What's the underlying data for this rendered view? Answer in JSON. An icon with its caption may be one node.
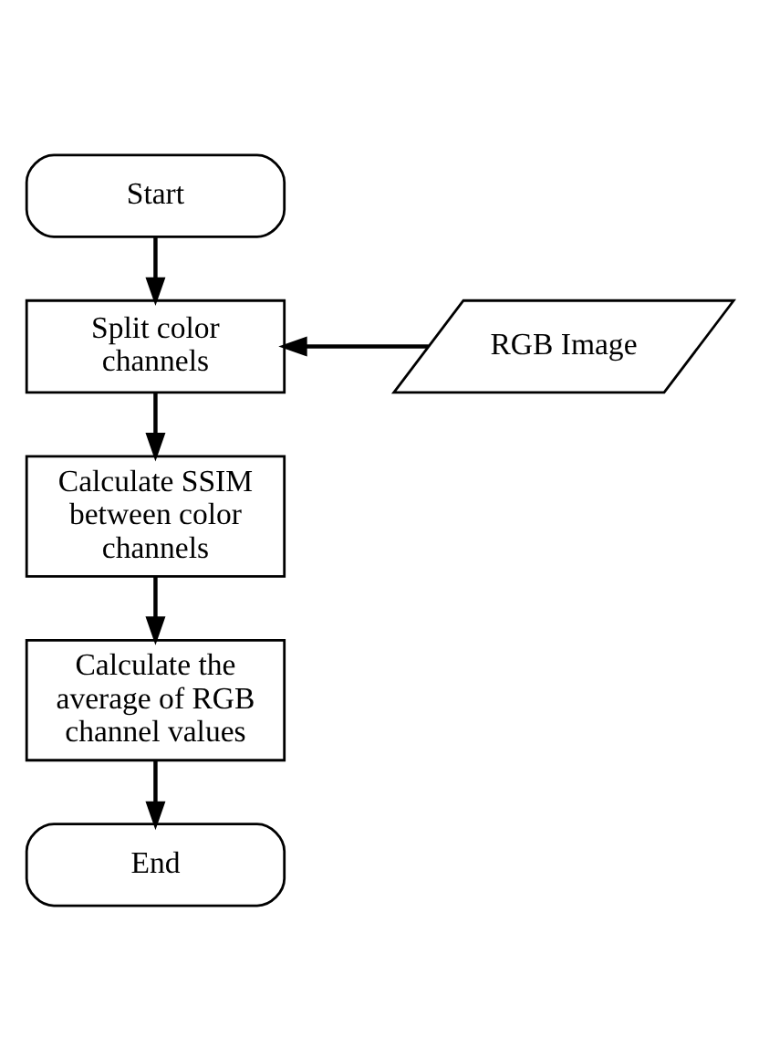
{
  "diagram": {
    "nodes": [
      {
        "text": [
          "Start"
        ]
      },
      {
        "text": [
          "Split color channels"
        ]
      },
      {
        "text": [
          "RGB Image"
        ]
      },
      {
        "text": [
          "Calculate SSIM between color channels"
        ]
      },
      {
        "text": [
          "Calculate the average of RGB channel values"
        ]
      },
      {
        "text": [
          "End"
        ]
      }
    ],
    "edges": [
      {
        "from": 0,
        "to": 1,
        "arrow": "to"
      },
      {
        "from": 2,
        "to": 1,
        "arrow": "to"
      },
      {
        "from": 1,
        "to": 3,
        "arrow": "to"
      },
      {
        "from": 3,
        "to": 4,
        "arrow": "to"
      },
      {
        "from": 4,
        "to": 5,
        "arrow": "to"
      }
    ]
  }
}
